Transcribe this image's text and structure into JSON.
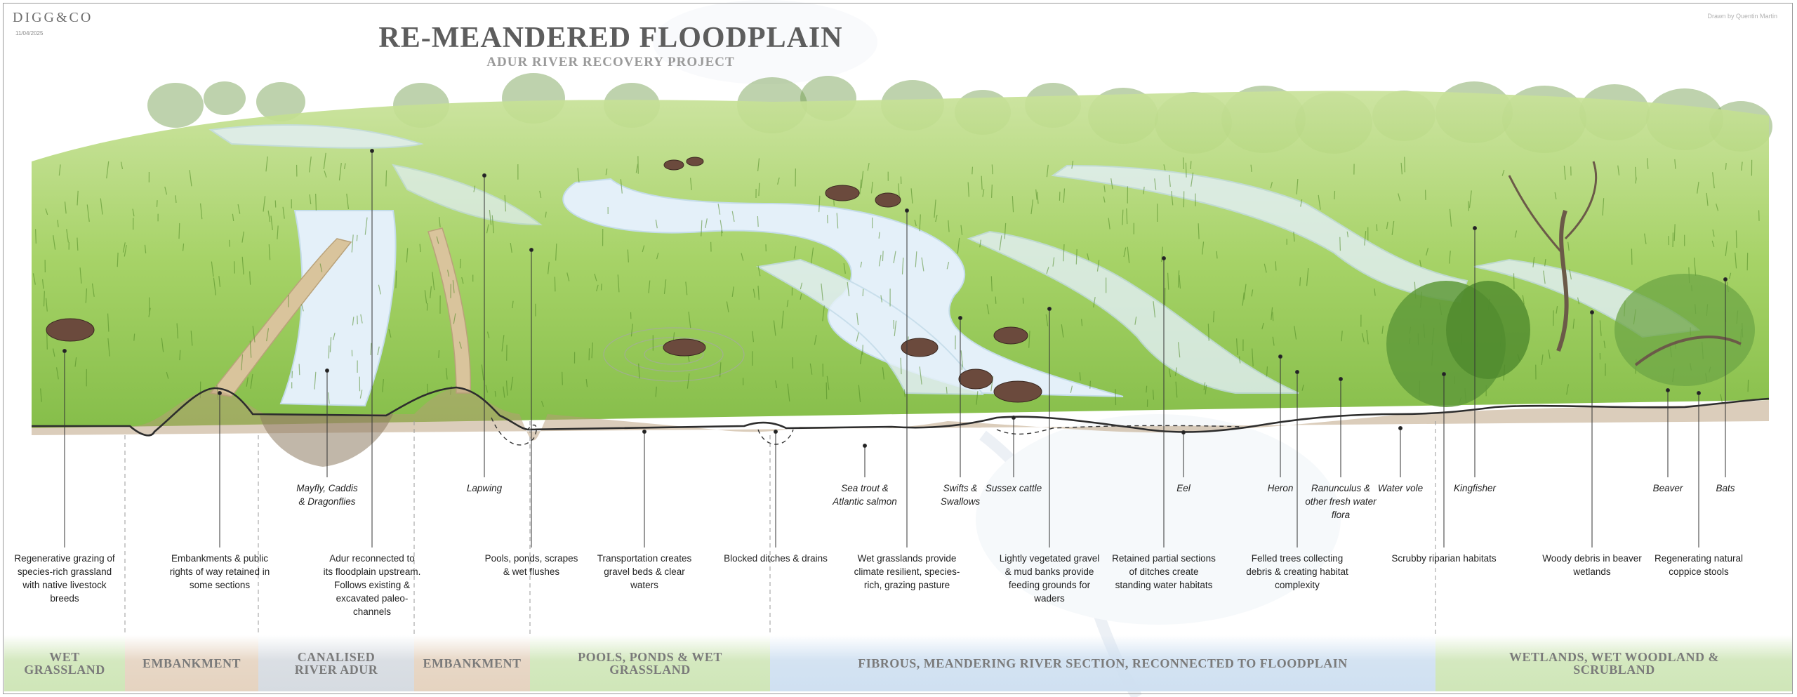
{
  "header": {
    "brand": "DIGG&CO",
    "date": "11/04/2025",
    "credit": "Drawn by Quentin Martin",
    "title": "RE-MEANDERED FLOODPLAIN",
    "subtitle": "ADUR RIVER RECOVERY PROJECT"
  },
  "colors": {
    "grass": "#8cc63f",
    "grass_dark": "#5e9c2c",
    "water": "#dfeef8",
    "trees": "#6f9b4a",
    "ground_line": "#333333",
    "zone_green": "#cfe6b8",
    "zone_tan": "#e5d3c0",
    "zone_grey": "#d6dbe1",
    "zone_blue": "#cfe0f1"
  },
  "labels": {
    "regenerative": "Regenerative grazing of\nspecies-rich grassland\nwith native livestock\nbreeds",
    "embankments": "Embankments & public\nrights of way retained in\nsome sections",
    "reconnected": "Adur reconnected to\nits floodplain upstream.\nFollows existing &\nexcavated paleo-\nchannels",
    "pools": "Pools, ponds, scrapes\n& wet flushes",
    "transport": "Transportation creates\ngravel beds & clear\nwaters",
    "blocked": "Blocked ditches & drains",
    "wet_grasslands": "Wet grasslands provide\nclimate resilient, species-\nrich, grazing pasture",
    "gravel": "Lightly vegetated gravel\n& mud banks provide\nfeeding grounds for\nwaders",
    "retained": "Retained partial sections\nof ditches create\nstanding water habitats",
    "felled": "Felled trees collecting\ndebris & creating habitat\ncomplexity",
    "scrubby": "Scrubby riparian habitats",
    "woody": "Woody debris in beaver\nwetlands",
    "coppice": "Regenerating natural\ncoppice stools"
  },
  "species": {
    "mayfly": "Mayfly, Caddis\n& Dragonflies",
    "lapwing": "Lapwing",
    "trout": "Sea trout &\nAtlantic salmon",
    "swifts": "Swifts &\nSwallows",
    "cattle": "Sussex cattle",
    "eel": "Eel",
    "heron": "Heron",
    "ranunculus": "Ranunculus &\nother fresh water\nflora",
    "vole": "Water vole",
    "kingfisher": "Kingfisher",
    "beaver": "Beaver",
    "bats": "Bats"
  },
  "zones": [
    {
      "label": "WET\nGRASSLAND",
      "color": "#cfe6b8"
    },
    {
      "label": "EMBANKMENT",
      "color": "#e5d3c0"
    },
    {
      "label": "CANALISED\nRIVER ADUR",
      "color": "#d6dbe1"
    },
    {
      "label": "EMBANKMENT",
      "color": "#e5d3c0"
    },
    {
      "label": "POOLS, PONDS & WET\nGRASSLAND",
      "color": "#cfe6b8"
    },
    {
      "label": "FIBROUS, MEANDERING RIVER SECTION, RECONNECTED TO FLOODPLAIN",
      "color": "#cfe0f1"
    },
    {
      "label": "WETLANDS, WET WOODLAND &\nSCRUBLAND",
      "color": "#cfe6b8"
    }
  ]
}
